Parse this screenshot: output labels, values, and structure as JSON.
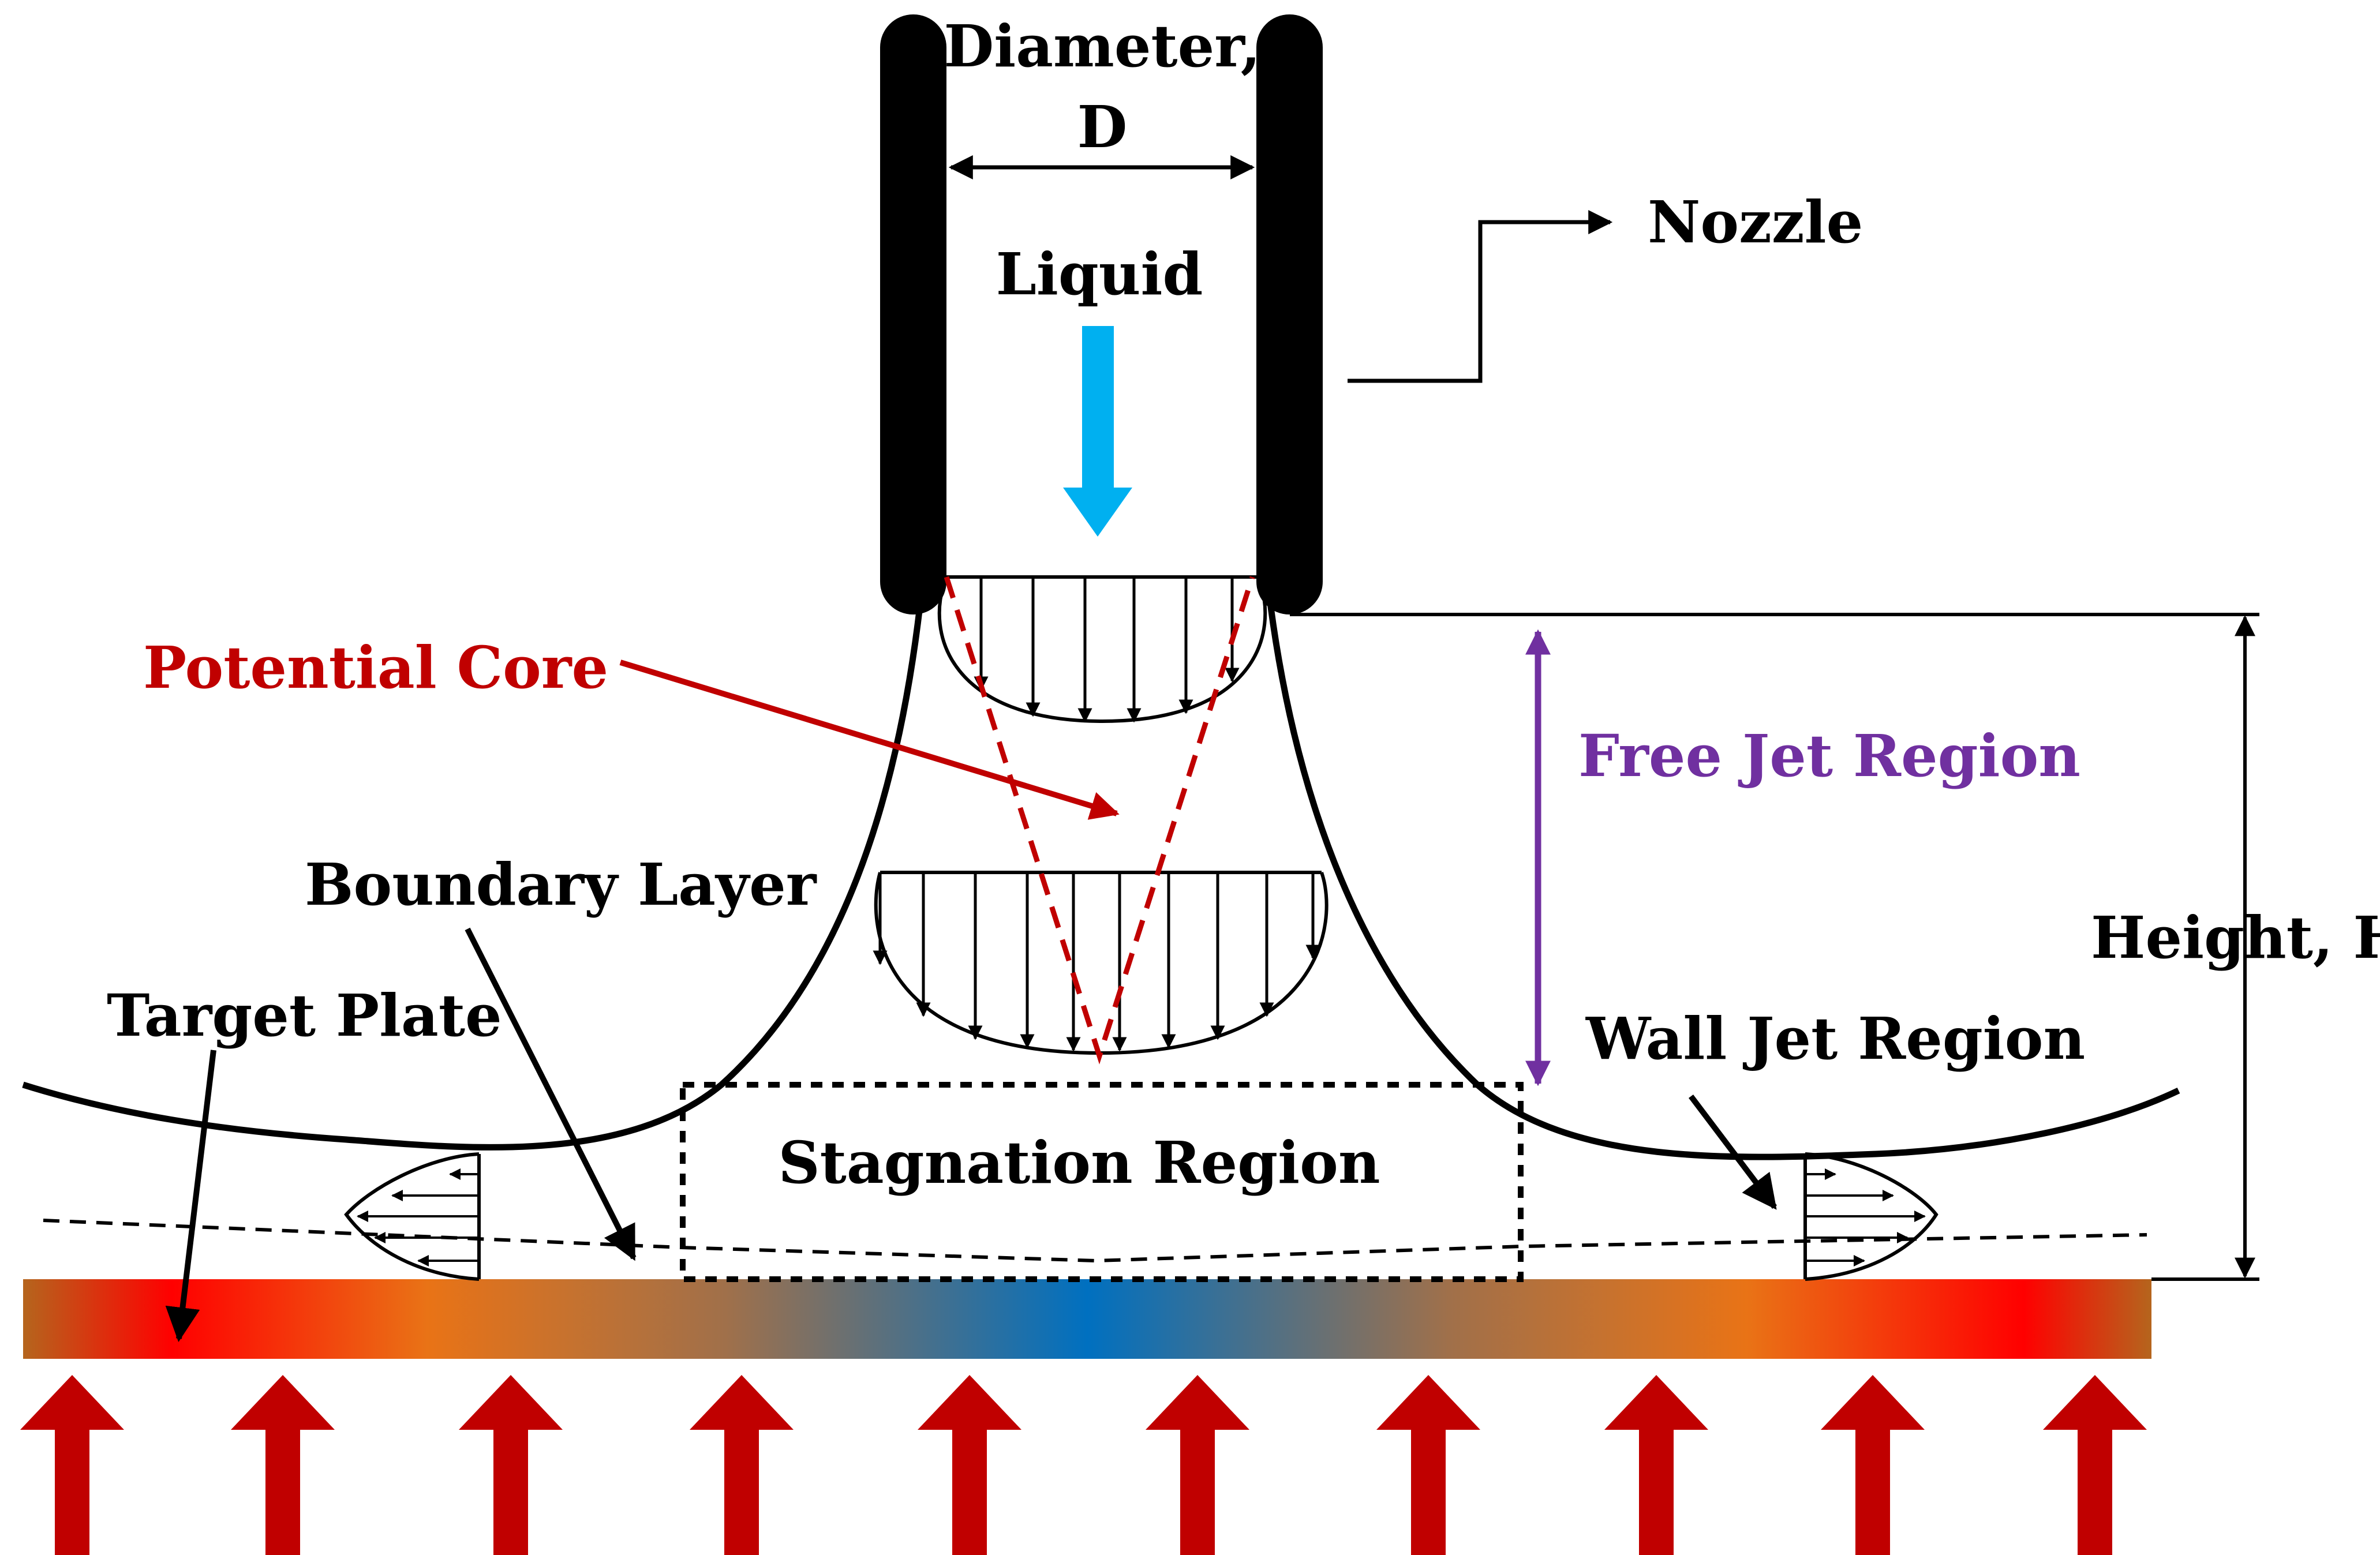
{
  "labels": {
    "diameter_line1": "Diameter,",
    "diameter_line2": "D",
    "liquid": "Liquid",
    "nozzle": "Nozzle",
    "potential_core": "Potential Core",
    "free_jet_region": "Free Jet Region",
    "boundary_layer": "Boundary Layer",
    "height": "Height, H",
    "target_plate": "Target Plate",
    "wall_jet_region": "Wall Jet Region",
    "stagnation_region": "Stagnation Region"
  },
  "colors": {
    "ink": "#000000",
    "liquid_arrow": "#00B0F0",
    "potential_core": "#C00000",
    "free_jet": "#7030A0",
    "heat_arrow": "#C00000",
    "plate_hot": "#FF0000",
    "plate_warm": "#E97316",
    "plate_edge": "#B5651D",
    "plate_cool": "#0070C0"
  }
}
